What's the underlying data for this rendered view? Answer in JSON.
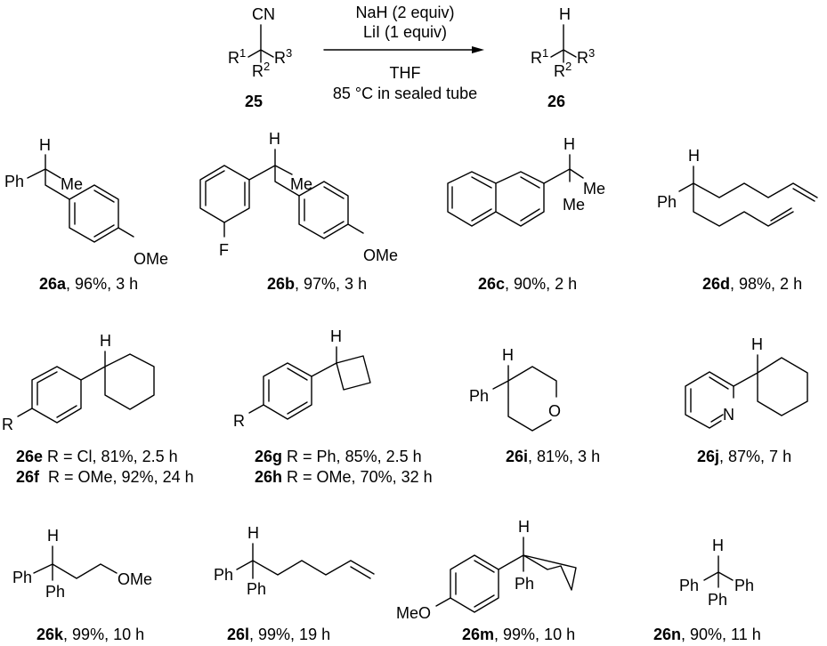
{
  "scheme": {
    "reactant": {
      "id": "25",
      "top_group": "CN",
      "r1": "R",
      "r1_sup": "1",
      "r2": "R",
      "r2_sup": "2",
      "r3": "R",
      "r3_sup": "3"
    },
    "product": {
      "id": "26",
      "top_group": "H",
      "r1": "R",
      "r1_sup": "1",
      "r2": "R",
      "r2_sup": "2",
      "r3": "R",
      "r3_sup": "3"
    },
    "conditions_above": [
      "NaH (2 equiv)",
      "LiI (1 equiv)"
    ],
    "conditions_below": [
      "THF",
      "85 °C in sealed tube"
    ]
  },
  "atoms": {
    "H": "H",
    "Ph": "Ph",
    "Me": "Me",
    "OMe": "OMe",
    "MeO": "MeO",
    "F": "F",
    "R": "R",
    "O": "O",
    "N": "N"
  },
  "compounds": [
    {
      "id": "26a",
      "detail": ", 96%, 3 h"
    },
    {
      "id": "26b",
      "detail": ", 97%, 3 h"
    },
    {
      "id": "26c",
      "detail": ", 90%, 2 h"
    },
    {
      "id": "26d",
      "detail": ", 98%, 2 h"
    },
    {
      "id": "26e",
      "detail": " R = Cl, 81%, 2.5 h"
    },
    {
      "id": "26f",
      "detail": "  R = OMe, 92%, 24 h"
    },
    {
      "id": "26g",
      "detail": " R = Ph, 85%, 2.5 h"
    },
    {
      "id": "26h",
      "detail": " R = OMe, 70%, 32 h"
    },
    {
      "id": "26i",
      "detail": ", 81%, 3 h"
    },
    {
      "id": "26j",
      "detail": ", 87%, 7 h"
    },
    {
      "id": "26k",
      "detail": ", 99%, 10 h"
    },
    {
      "id": "26l",
      "detail": ", 99%, 19 h"
    },
    {
      "id": "26m",
      "detail": ", 99%, 10 h"
    },
    {
      "id": "26n",
      "detail": ", 90%, 11 h"
    }
  ]
}
